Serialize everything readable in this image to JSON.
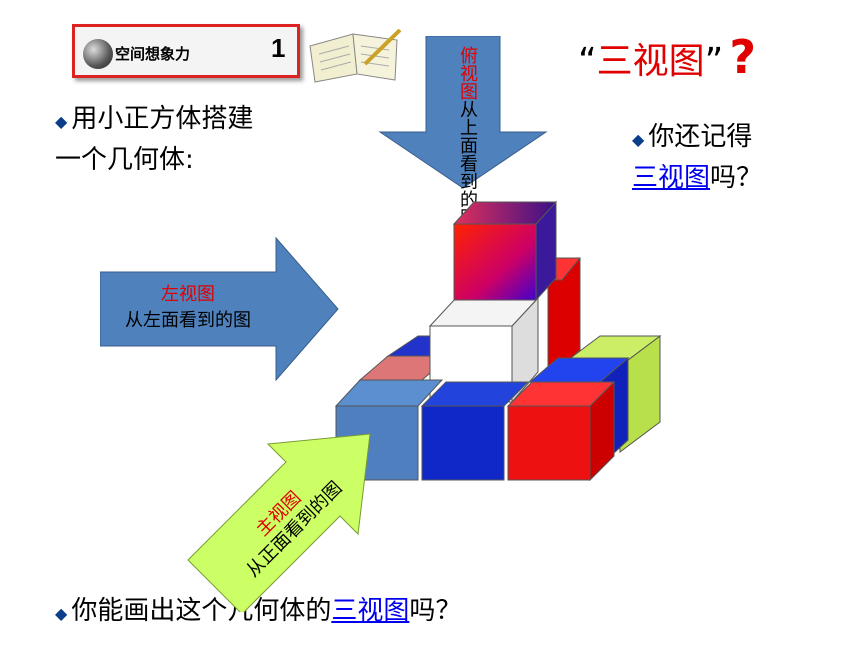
{
  "badge": {
    "label": "空间想象力",
    "number": "1"
  },
  "title": {
    "open_quote": "“",
    "text": "三视图",
    "close_quote": "”",
    "mark": "?"
  },
  "left_text": {
    "line1": "用小正方体搭建",
    "line2": "一个几何体:"
  },
  "right_text": {
    "line1": "你还记得",
    "link": "三视图",
    "suffix": "吗？"
  },
  "bottom_text": {
    "prefix": "你能画出这个几何体的",
    "link": "三视图",
    "suffix": "吗？"
  },
  "top_arrow": {
    "name": "俯视图",
    "desc": "从上面看到的图"
  },
  "left_arrow": {
    "name": "左视图",
    "desc": "从左面看到的图"
  },
  "front_arrow": {
    "name": "主视图",
    "desc": "从正面看到的图"
  },
  "colors": {
    "accent_red": "#e00000",
    "link_blue": "#0000ee",
    "arrow_blue": "#4f81bd",
    "arrow_green": "#ccff66"
  }
}
